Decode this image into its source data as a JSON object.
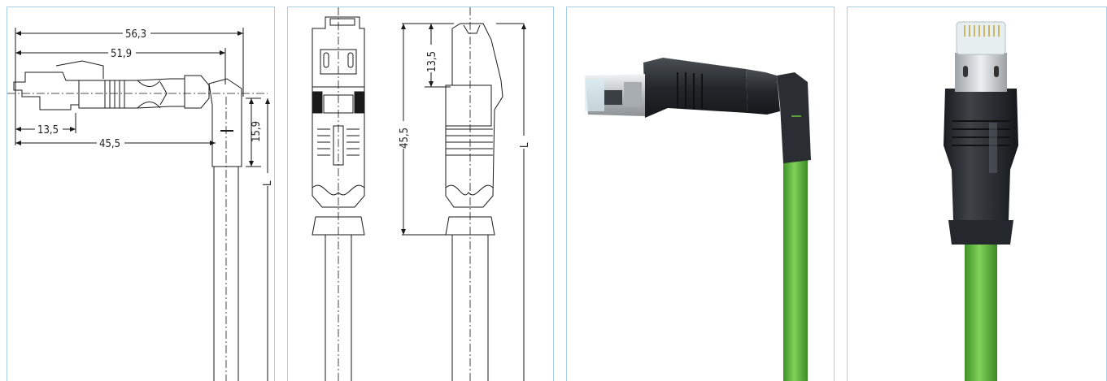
{
  "colors": {
    "panel_border": "#a9cfe6",
    "drawing_line": "#1a1a1a",
    "connector_body": "#2b2f33",
    "cable_green": "#5cb33b",
    "plug_metal": "#cfd3d6"
  },
  "panels": [
    {
      "kind": "technical-drawing-side-view",
      "dimensions": {
        "overall_length": "56,3",
        "housing_length": "51,9",
        "latch_length": "13,5",
        "body_length": "45,5",
        "height": "15,9",
        "cable_length": "L"
      }
    },
    {
      "kind": "technical-drawing-front-and-side-view",
      "dimensions": {
        "latch_height": "13,5",
        "body_height": "45,5",
        "cable_length": "L"
      }
    },
    {
      "kind": "product-photo-angled-connector"
    },
    {
      "kind": "product-photo-straight-connector",
      "grip_marking_icon": "ridged-grip-icon"
    }
  ]
}
